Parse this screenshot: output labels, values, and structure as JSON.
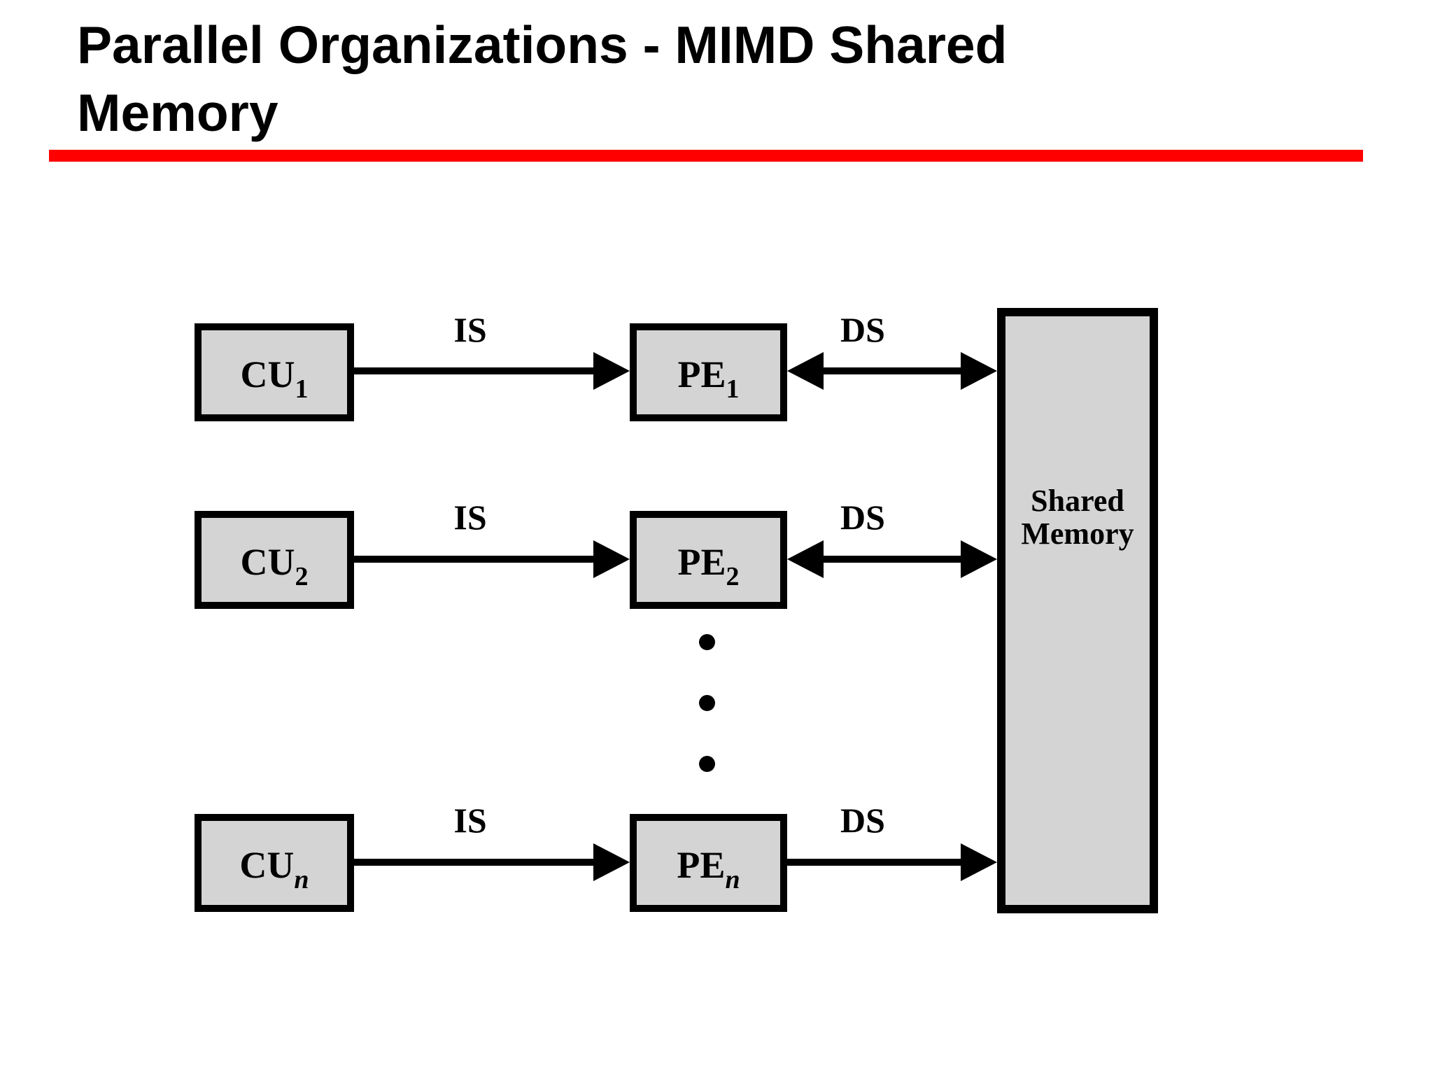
{
  "colors": {
    "accent": "#fe0000",
    "ink": "#000000",
    "box_fill": "#d4d4d4",
    "bg": "#ffffff"
  },
  "title": {
    "line1": "Parallel Organizations - MIMD Shared",
    "line2": "Memory"
  },
  "diagram": {
    "rows": [
      {
        "cu": {
          "base": "CU",
          "sub": "1"
        },
        "pe": {
          "base": "PE",
          "sub": "1"
        },
        "is_label": "IS",
        "ds_label": "DS",
        "ds_bidirectional": true
      },
      {
        "cu": {
          "base": "CU",
          "sub": "2"
        },
        "pe": {
          "base": "PE",
          "sub": "2"
        },
        "is_label": "IS",
        "ds_label": "DS",
        "ds_bidirectional": true
      },
      {
        "cu": {
          "base": "CU",
          "sub": "n"
        },
        "pe": {
          "base": "PE",
          "sub": "n"
        },
        "is_label": "IS",
        "ds_label": "DS",
        "ds_bidirectional": false
      }
    ],
    "memory": {
      "line1": "Shared",
      "line2": "Memory"
    },
    "ellipsis_dots": 3
  }
}
